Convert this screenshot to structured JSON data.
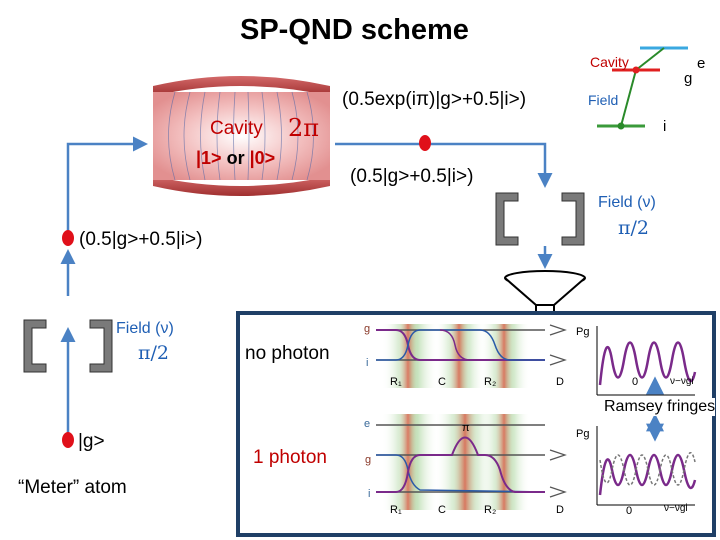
{
  "title": "SP-QND scheme",
  "cavity": {
    "label": "Cavity",
    "phase": "2π",
    "state": "|1> or |0>",
    "state_a": "|1>",
    "state_or": "or",
    "state_b": "|0>"
  },
  "states": {
    "phase_superposition": "(0.5exp(iπ)|g>+0.5|i>)",
    "superposition_top": "(0.5|g>+0.5|i>)",
    "superposition_left": "(0.5|g>+0.5|i>)",
    "ground": "|g>"
  },
  "meter_atom_label": "“Meter” atom",
  "field_left": {
    "label": "Field (ν)",
    "pulse": "π/2"
  },
  "field_right": {
    "label": "Field (ν)",
    "pulse": "π/2"
  },
  "level_diagram": {
    "cavity": "Cavity",
    "field": "Field",
    "level_e": "e",
    "level_g": "g",
    "level_i": "i"
  },
  "panels": {
    "no_photon": "no photon",
    "one_photon": "1 photon",
    "ramsey": "Ramsey fringes",
    "top": {
      "g": "g",
      "i": "i",
      "R1": "R₁",
      "C": "C",
      "R2": "R₂",
      "D": "D",
      "Pg": "Pg",
      "zero": "0",
      "axis": "ν−νgi"
    },
    "bottom": {
      "e": "e",
      "g": "g",
      "i": "i",
      "pi": "π",
      "R1": "R₁",
      "C": "C",
      "R2": "R₂",
      "D": "D",
      "Pg": "Pg",
      "zero": "0",
      "axis": "ν−νgi"
    }
  },
  "colors": {
    "atom": "#e0101a",
    "arrow_blue": "#4b82c4",
    "cavity_field": "#e8a4a4",
    "panel_border": "#1f3f66",
    "cavity_text": "#c00000"
  }
}
